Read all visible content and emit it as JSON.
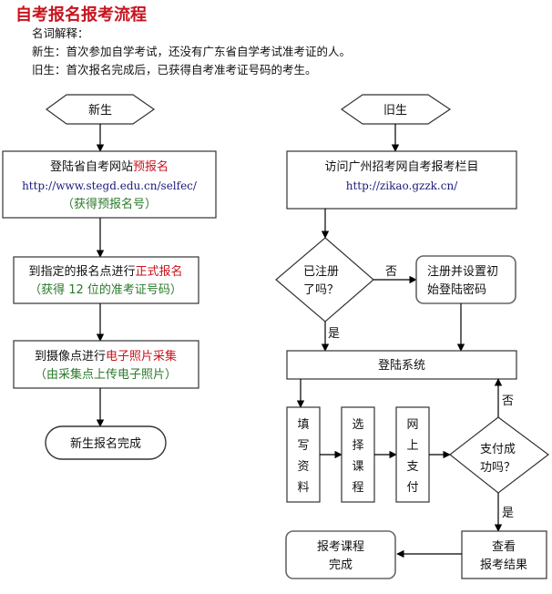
{
  "title": "自考报名报考流程",
  "glossary": {
    "heading": "名词解释：",
    "new_student": "新生：首次参加自学考试，还没有广东省自学考试准考证的人。",
    "old_student": "旧生：首次报名完成后，已获得自考准考证号码的考生。"
  },
  "colors": {
    "title": "#c8141e",
    "highlight": "#c8141e",
    "url": "#1a1a7a",
    "note": "#2a7a2a"
  },
  "new_flow": {
    "start": "新生",
    "step1": {
      "text": "登陆省自考网站",
      "highlight": "预报名",
      "url": "http://www.stegd.edu.cn/selfec/",
      "note": "（获得预报名号）"
    },
    "step2": {
      "text": "到指定的报名点进行",
      "highlight": "正式报名",
      "note": "（获得 12 位的准考证号码）"
    },
    "step3": {
      "text": "到摄像点进行",
      "highlight": "电子照片采集",
      "note": "（由采集点上传电子照片）"
    },
    "end": "新生报名完成"
  },
  "old_flow": {
    "start": "旧生",
    "step1": {
      "text": "访问广州招考网自考报考栏目",
      "url": "http://zikao.gzzk.cn/"
    },
    "decision1": {
      "line1": "已注册",
      "line2": "了吗？",
      "no": "否",
      "yes": "是"
    },
    "register": {
      "line1": "注册并设置初",
      "line2": "始登陆密码"
    },
    "login": "登陆系统",
    "fill": [
      "填",
      "写",
      "资",
      "料"
    ],
    "select": [
      "选",
      "择",
      "课",
      "程"
    ],
    "pay": [
      "网",
      "上",
      "支",
      "付"
    ],
    "decision2": {
      "line1": "支付成",
      "line2": "功吗？",
      "no": "否",
      "yes": "是"
    },
    "check": {
      "line1": "查看",
      "line2": "报考结果"
    },
    "done": {
      "line1": "报考课程",
      "line2": "完成"
    }
  }
}
